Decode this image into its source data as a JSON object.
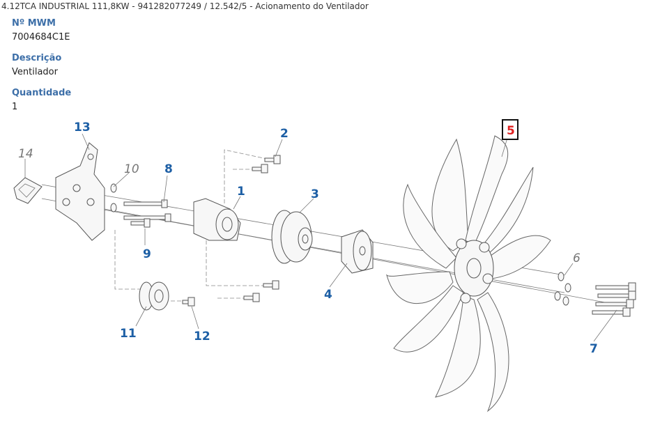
{
  "header": {
    "breadcrumb": "4.12TCA INDUSTRIAL 111,8KW - 941282077249  /  12.542/5 - Acionamento do Ventilador"
  },
  "fields": {
    "mwm_label": "Nº MWM",
    "mwm_value": "7004684C1E",
    "desc_label": "Descrição",
    "desc_value": "Ventilador",
    "qty_label": "Quantidade",
    "qty_value": "1"
  },
  "diagram": {
    "callouts": {
      "c1": "1",
      "c2": "2",
      "c3": "3",
      "c4": "4",
      "c5": "5",
      "c6": "6",
      "c7": "7",
      "c8": "8",
      "c9": "9",
      "c10": "10",
      "c11": "11",
      "c12": "12",
      "c13": "13",
      "c14": "14"
    },
    "colors": {
      "callout": "#1d5fa5",
      "highlight": "#e02020",
      "label": "#3d6fa8"
    }
  }
}
